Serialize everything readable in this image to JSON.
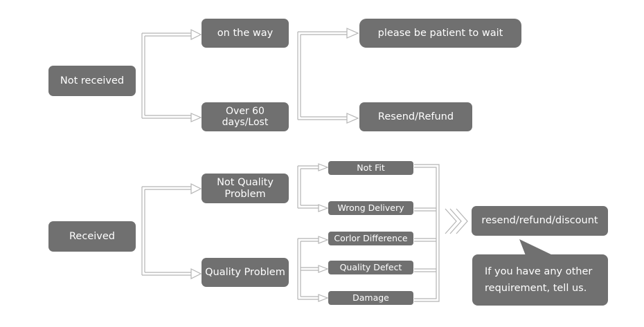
{
  "colors": {
    "box_fill": "#707070",
    "box_text": "#ffffff",
    "connector": "#b4b4b4",
    "background": "#ffffff"
  },
  "not_received": {
    "root": "Not received",
    "branch_on_the_way": "on the way",
    "branch_lost": "Over 60 days/Lost",
    "result_wait": "please be patient to wait",
    "result_resend": "Resend/Refund"
  },
  "received": {
    "root": "Received",
    "branch_not_quality": "Not Quality Problem",
    "branch_quality": "Quality Problem",
    "not_quality_items": [
      "Not Fit",
      "Wrong Delivery"
    ],
    "quality_items": [
      "Corlor Difference",
      "Quality Defect",
      "Damage"
    ],
    "outcome": "resend/refund/discount",
    "note": "If you have any other requirement, tell us."
  },
  "icons": {
    "connector_arrow": "hollow-arrow-icon",
    "merge_chevron": "double-chevron-right-icon"
  }
}
